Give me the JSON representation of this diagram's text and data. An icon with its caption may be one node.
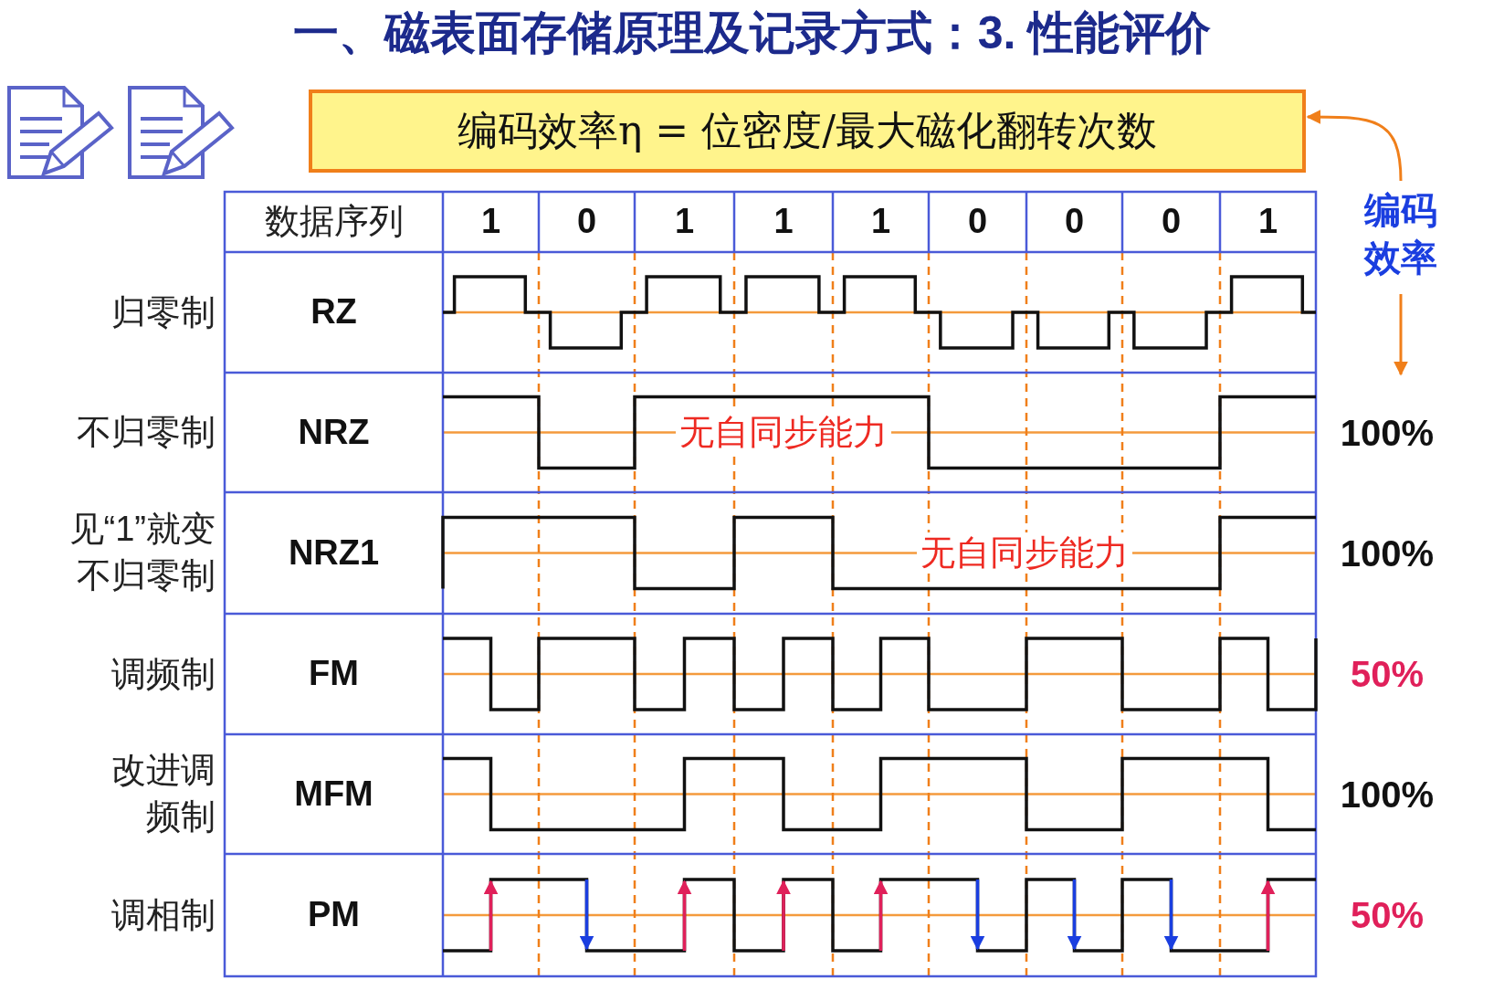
{
  "diagram": {
    "title": "一、磁表面存储原理及记录方式：3. 性能评价",
    "nodes": [
      {
        "text": [
          "编码效率η = 位密度/最大磁化翻转次数"
        ]
      },
      {
        "text": [
          "编码效率"
        ]
      }
    ],
    "edges": [
      {
        "from": 1,
        "to": 0,
        "arrow": "to",
        "color": "#f07f1a"
      },
      {
        "from": 1,
        "to": null,
        "arrow": "to",
        "color": "#f07f1a"
      }
    ],
    "labels": [
      "数据序列",
      "1",
      "0",
      "1",
      "1",
      "1",
      "0",
      "0",
      "0",
      "1",
      "归零制",
      "RZ",
      "不归零制",
      "NRZ",
      "无自同步能力",
      "100%",
      "见“1”就变不归零制",
      "NRZ1",
      "无自同步能力",
      "100%",
      "调频制",
      "FM",
      "50%",
      "改进调频制",
      "MFM",
      "100%",
      "调相制",
      "PM",
      "50%"
    ]
  }
}
